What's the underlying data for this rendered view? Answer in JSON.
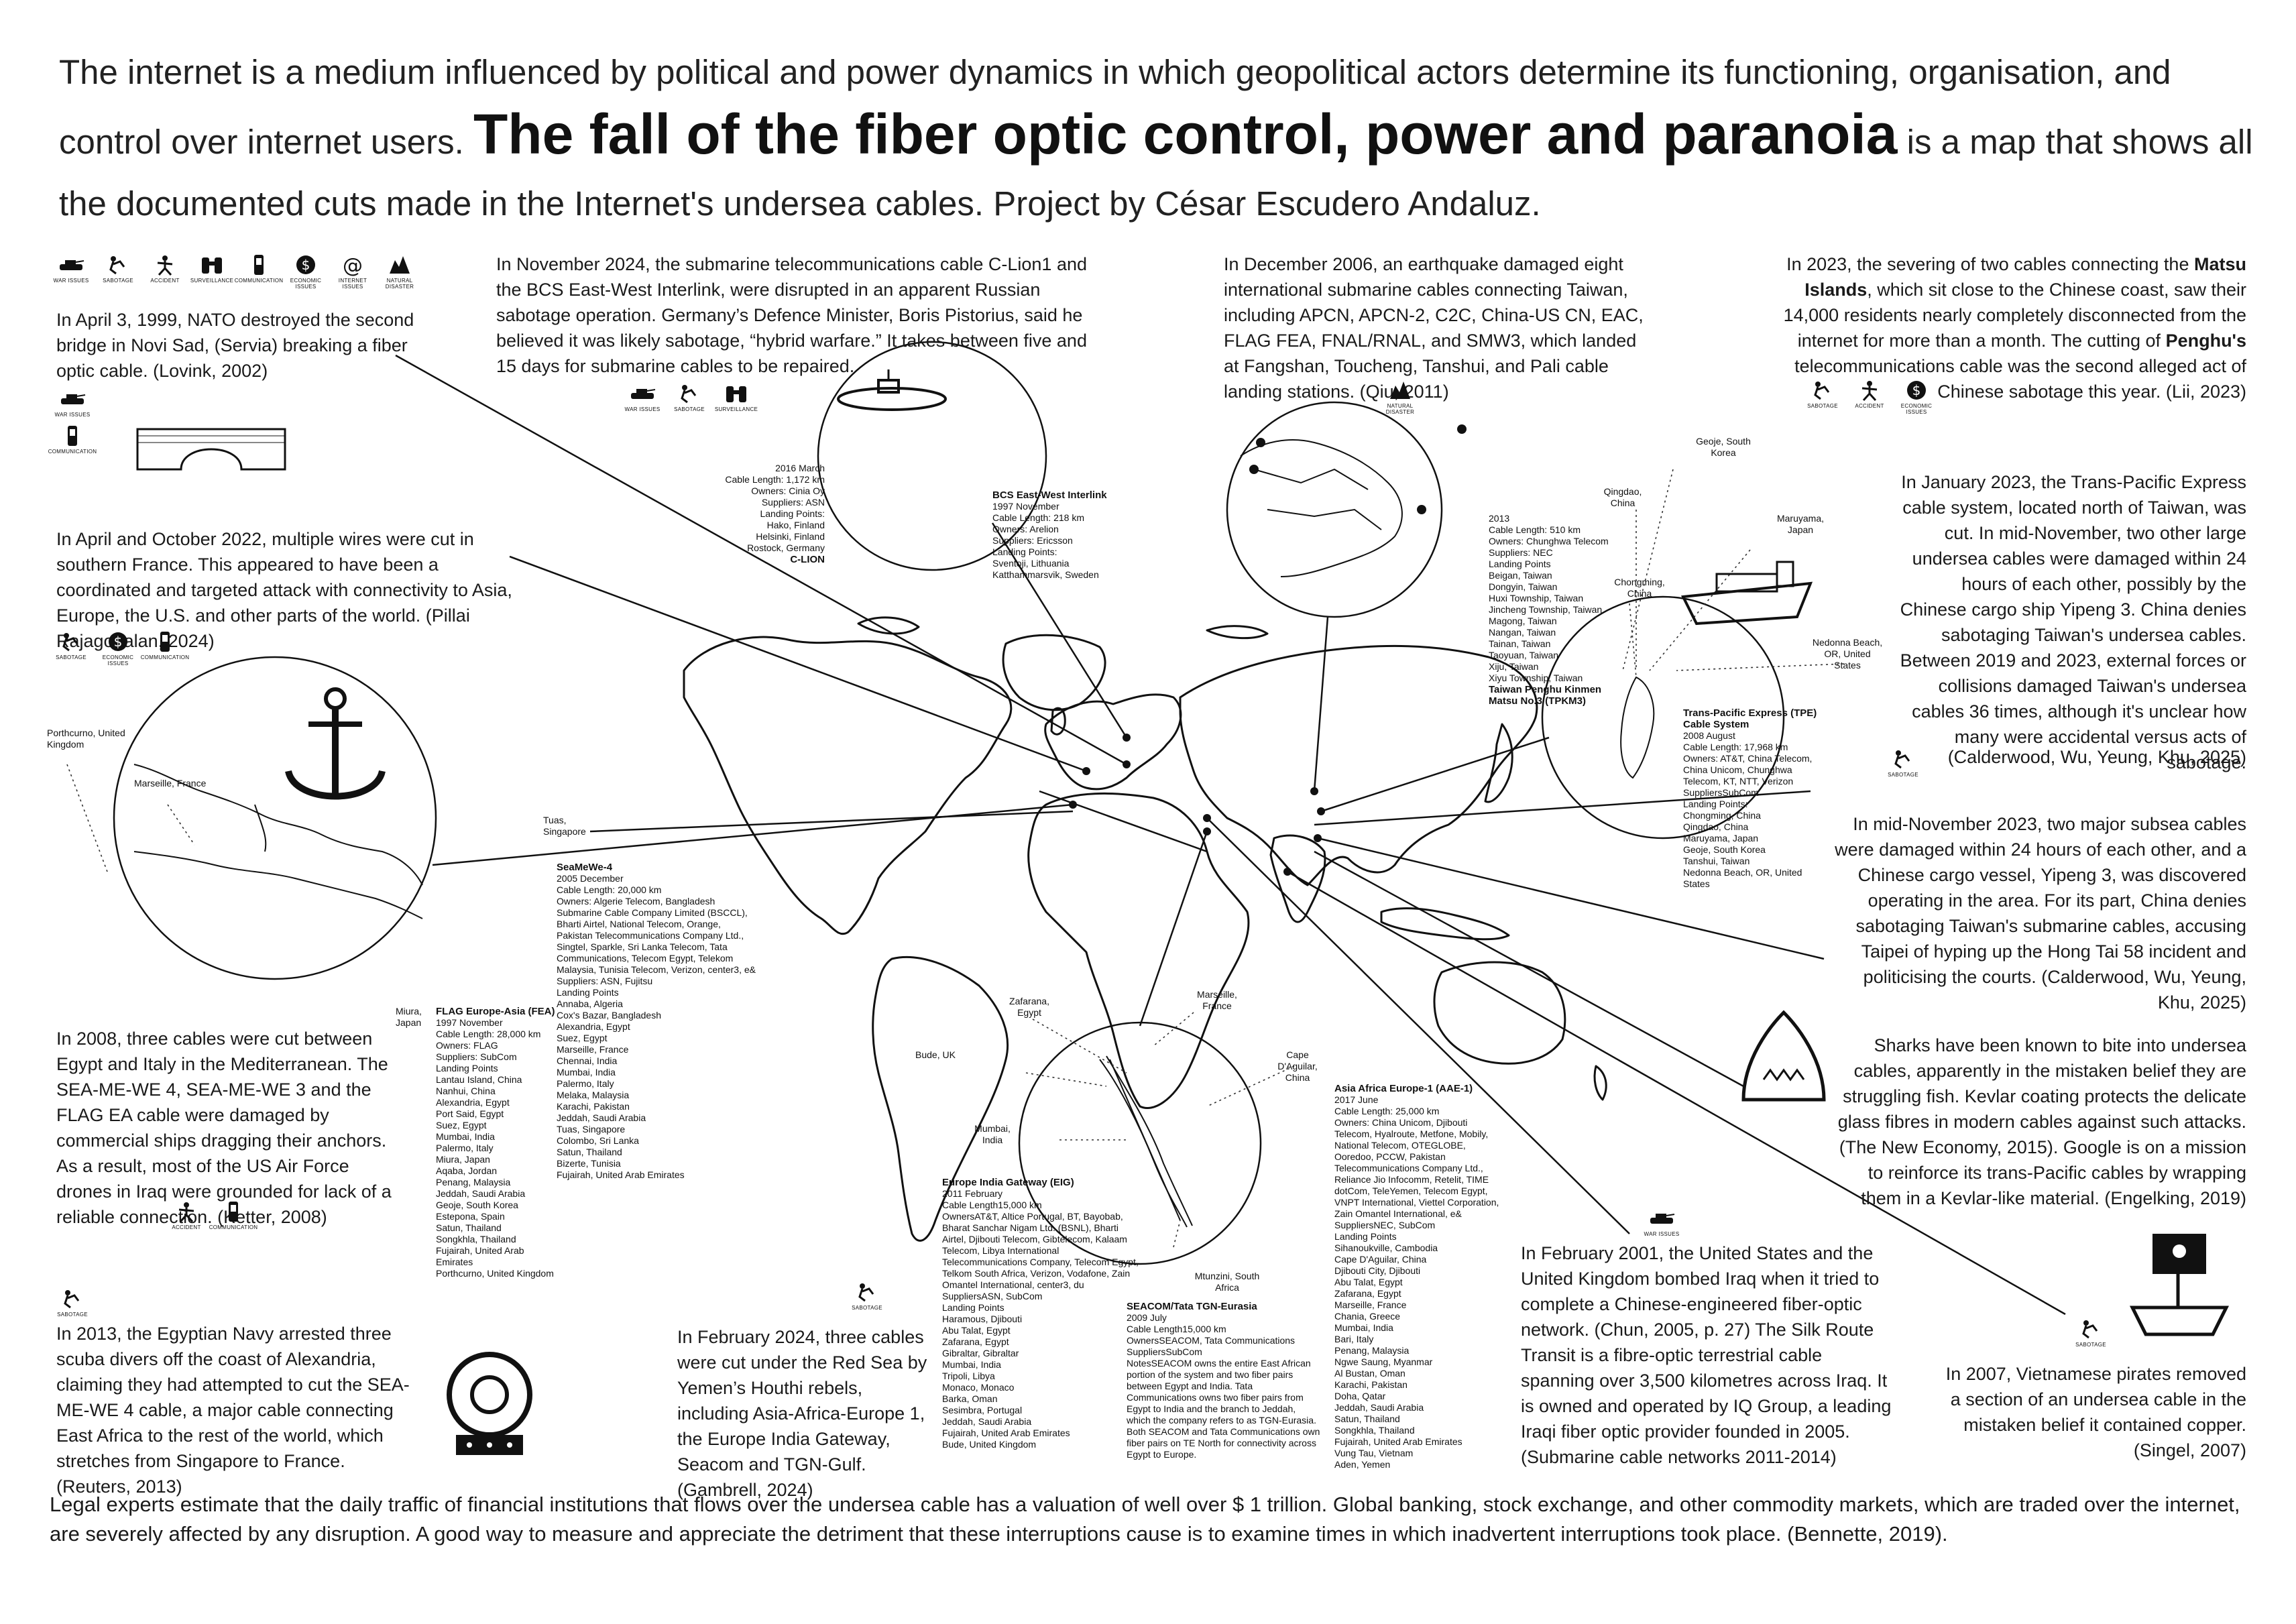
{
  "header": {
    "intro": "The internet is a medium influenced by political and power dynamics in which geopolitical actors determine its functioning, organisation, and control over internet users.",
    "title": "The fall of the fiber optic control, power and paranoia",
    "rest": "is a map that shows all the documented cuts made in the Internet's undersea cables. Project by César Escudero Andaluz."
  },
  "legend": [
    {
      "icon": "tank-icon",
      "label": "WAR ISSUES"
    },
    {
      "icon": "sabotage-icon",
      "label": "SABOTAGE"
    },
    {
      "icon": "accident-icon",
      "label": "ACCIDENT"
    },
    {
      "icon": "binoculars-icon",
      "label": "SURVEILLANCE"
    },
    {
      "icon": "phone-icon",
      "label": "COMMUNICATION"
    },
    {
      "icon": "dollar-icon",
      "label": "ECONOMIC ISSUES"
    },
    {
      "icon": "at-icon",
      "label": "INTERNET ISSUES"
    },
    {
      "icon": "disaster-icon",
      "label": "NATURAL DISASTER"
    }
  ],
  "stories": {
    "novi_sad": "In April 3, 1999, NATO destroyed the second bridge in Novi Sad, (Servia) breaking a fiber optic cable. (Lovink, 2002)",
    "france": "In April and October 2022, multiple wires were cut in southern France. This appeared to have been a coordinated and targeted attack with connectivity to Asia, Europe, the U.S. and other parts of the world. (Pillai Rajagopalan, 2024)",
    "egypt_italy": "In 2008, three cables were cut between Egypt and Italy in the Mediterranean. The SEA-ME-WE 4, SEA-ME-WE 3 and the FLAG EA cable were damaged by commercial ships dragging their anchors. As a result, most of the US Air Force drones in Iraq were grounded for lack of a reliable connection. (Ketter, 2008)",
    "alexandria": "In 2013, the Egyptian Navy arrested three scuba divers off the coast of Alexandria, claiming they had attempted to cut the SEA-ME-WE 4 cable, a major cable connecting East Africa to the rest of the world, which stretches from Singapore to France. (Reuters, 2013)",
    "baltic": "In November 2024, the submarine telecommunications cable C-Lion1 and the BCS East-West Interlink, were disrupted in an apparent Russian sabotage operation. Germany’s Defence Minister, Boris Pistorius, said he believed it was likely sabotage, “hybrid warfare.” It takes between five and 15 days for submarine cables to be repaired.",
    "taiwan_quake": "In December 2006, an earthquake damaged eight international submarine cables connecting Taiwan, including APCN, APCN-2, C2C, China-US CN, EAC, FLAG FEA, FNAL/RNAL, and SMW3, which landed at Fangshan, Toucheng, Tanshui, and Pali cable landing stations. (Qiu, 2011)",
    "matsu_pre": "In 2023, the severing of two cables connecting the",
    "matsu_b1": "Matsu Islands",
    "matsu_mid": ", which sit close to the Chinese coast, saw their 14,000 residents nearly completely disconnected from the internet for more than a month. The cutting of",
    "matsu_b2": "Penghu's",
    "matsu_post": "telecommunications cable was the second alleged act of Chinese sabotage this year. (Lii, 2023)",
    "tpe": "In January 2023, the Trans-Pacific Express cable system, located north of Taiwan, was cut. In mid-November, two other large undersea cables were damaged within 24 hours of each other, possibly by the Chinese cargo ship Yipeng 3. China denies sabotaging Taiwan's undersea cables. Between 2019 and 2023, external forces or collisions damaged Taiwan's undersea cables 36 times, although it's unclear how many were accidental versus acts of sabotage.",
    "tpe_cite": "(Calderwood, Wu, Yeung, Khu, 2025)",
    "yipeng": "In mid-November 2023, two major subsea cables were damaged within 24 hours of each other, and a Chinese cargo vessel, Yipeng 3, was discovered operating in the area. For its part, China denies sabotaging Taiwan's submarine cables, accusing Taipei of hyping up the Hong Tai 58 incident and politicising the courts. (Calderwood, Wu, Yeung, Khu, 2025)",
    "sharks": "Sharks have been known to bite into undersea cables, apparently in the mistaken belief they are struggling fish. Kevlar coating protects the delicate glass fibres in modern cables against such attacks. (The New Economy, 2015). Google is on a mission to reinforce its trans-Pacific cables by wrapping them in a Kevlar-like material. (Engelking, 2019)",
    "iraq": "In February 2001, the United States and the United Kingdom bombed Iraq when it tried to complete a Chinese-engineered fiber-optic network. (Chun, 2005, p. 27) The Silk Route Transit is a fibre-optic terrestrial cable spanning over 3,500 kilometres across Iraq. It is owned and operated by IQ Group, a leading Iraqi fiber optic provider founded in 2005. (Submarine cable networks 2011-2014)",
    "red_sea": "In February 2024, three cables were cut under the Red Sea by Yemen’s Houthi rebels, including Asia-Africa-Europe 1, the Europe India Gateway, Seacom and TGN-Gulf. (Gambrell, 2024)",
    "pirates": "In 2007, Vietnamese pirates removed a section of an undersea cable in the mistaken belief it contained copper. (Singel, 2007)"
  },
  "footer": "Legal experts estimate that the daily traffic of financial institutions that flows over the undersea cable has a valuation of well over $ 1 trillion. Global banking, stock exchange, and other commodity markets, which are traded over the internet, are severely affected by any disruption. A good way to measure and appreciate the detriment that these interruptions cause is to examine times in which inadvertent interruptions took place. (Bennette, 2019).",
  "cables": {
    "clion": "2016 March\nCable Length: 1,172 km\nOwners: Cinia Oy\nSuppliers: ASN\nLanding Points:\nHako, Finland\nHelsinki, Finland\nRostock, Germany",
    "clion_name": "C-LION",
    "bcs_name": "BCS East-West Interlink",
    "bcs": "1997 November\nCable Length: 218 km\nOwners: Arelion\nSuppliers: Ericsson\nLanding Points:\nSventoji, Lithuania\nKatthammarsvik, Sweden",
    "tpkm": "2013\nCable Length: 510 km\nOwners: Chunghwa Telecom\nSuppliers: NEC\nLanding Points\nBeigan, Taiwan\nDongyin, Taiwan\nHuxi Township, Taiwan\nJincheng Township, Taiwan\nMagong, Taiwan\nNangan, Taiwan\nTainan, Taiwan\nTaoyuan, Taiwan\nXiju, Taiwan\nXiyu Township, Taiwan",
    "tpkm_name": "Taiwan Penghu Kinmen Matsu No.3 (TPKM3)",
    "tpe_name": "Trans-Pacific Express (TPE) Cable System",
    "tpe": "2008 August\nCable Length: 17,968 km\nOwners: AT&T, China Telecom, China Unicom, Chunghwa Telecom, KT, NTT, Verizon\nSuppliersSubCom\nLanding Points:\nChongming, China\nQingdao, China\nMaruyama, Japan\nGeoje, South Korea\nTanshui, Taiwan\nNedonna Beach, OR, United States",
    "seamewe_name": "SeaMeWe-4",
    "seamewe": "2005 December\nCable Length: 20,000 km\nOwners: Algerie Telecom, Bangladesh Submarine Cable Company Limited (BSCCL), Bharti Airtel, National Telecom, Orange, Pakistan Telecommunications Company Ltd., Singtel, Sparkle, Sri Lanka Telecom, Tata Communications, Telecom Egypt, Telekom Malaysia, Tunisia Telecom, Verizon, center3, e&\nSuppliers: ASN, Fujitsu\nLanding Points\nAnnaba, Algeria\nCox's Bazar, Bangladesh\nAlexandria, Egypt\nSuez, Egypt\nMarseille, France\nChennai, India\nMumbai, India\nPalermo, Italy\nMelaka, Malaysia\nKarachi, Pakistan\nJeddah, Saudi Arabia\nTuas, Singapore\nColombo, Sri Lanka\nSatun, Thailand\nBizerte, Tunisia\nFujairah, United Arab Emirates",
    "flag_name": "FLAG Europe-Asia (FEA)",
    "flag": "1997 November\nCable Length: 28,000 km\nOwners: FLAG\nSuppliers: SubCom\nLanding Points\nLantau Island, China\nNanhui, China\nAlexandria, Egypt\nPort Said, Egypt\nSuez, Egypt\nMumbai, India\nPalermo, Italy\nMiura, Japan\nAqaba, Jordan\nPenang, Malaysia\nJeddah, Saudi Arabia\nGeoje, South Korea\nEstepona, Spain\nSatun, Thailand\nSongkhla, Thailand\nFujairah, United Arab Emirates\nPorthcurno, United Kingdom",
    "eig_name": "Europe India Gateway (EIG)",
    "eig": "2011 February\nCable Length15,000 km\nOwnersAT&T, Altice Portugal, BT, Bayobab, Bharat Sanchar Nigam Ltd. (BSNL), Bharti Airtel, Djibouti Telecom, Gibtelecom, Kalaam Telecom, Libya International Telecommunications Company, Telecom Egypt, Telkom South Africa, Verizon, Vodafone, Zain Omantel International, center3, du\nSuppliersASN, SubCom\nLanding Points\nHaramous, Djibouti\nAbu Talat, Egypt\nZafarana, Egypt\nGibraltar, Gibraltar\nMumbai, India\nTripoli, Libya\nMonaco, Monaco\nBarka, Oman\nSesimbra, Portugal\nJeddah, Saudi Arabia\nFujairah, United Arab Emirates\nBude, United Kingdom",
    "seacom_name": "SEACOM/Tata TGN-Eurasia",
    "seacom": "2009 July\nCable Length15,000 km\nOwnersSEACOM, Tata Communications\nSuppliersSubCom\nNotesSEACOM owns the entire East African portion of the system and two fiber pairs between Egypt and India. Tata Communications owns two fiber pairs from Egypt to India and the branch to Jeddah, which the company refers to as TGN-Eurasia. Both SEACOM and Tata Communications own fiber pairs on TE North for connectivity across Egypt to Europe.",
    "aae_name": "Asia Africa Europe-1 (AAE-1)",
    "aae": "2017 June\nCable Length: 25,000 km\nOwners: China Unicom, Djibouti Telecom, Hyalroute, Metfone, Mobily, National Telecom, OTEGLOBE, Ooredoo, PCCW, Pakistan Telecommunications Company Ltd., Reliance Jio Infocomm, Retelit, TIME dotCom, TeleYemen, Telecom Egypt, VNPT International, Viettel Corporation, Zain Omantel International, e&\nSuppliersNEC, SubCom\nLanding Points\nSihanoukville, Cambodia\nCape D'Aguilar, China\nDjibouti City, Djibouti\nAbu Talat, Egypt\nZafarana, Egypt\nMarseille, France\nChania, Greece\nMumbai, India\nBari, Italy\nPenang, Malaysia\nNgwe Saung, Myanmar\nAl Bustan, Oman\nKarachi, Pakistan\nDoha, Qatar\nJeddah, Saudi Arabia\nSatun, Thailand\nSongkhla, Thailand\nFujairah, United Arab Emirates\nVung Tau, Vietnam\nAden, Yemen"
  },
  "places": {
    "porthcurno": "Porthcurno, United Kingdom",
    "marseille": "Marseille, France",
    "tuas": "Tuas, Singapore",
    "miura": "Miura, Japan",
    "zafarana": "Zafarana, Egypt",
    "marseille2": "Marseille, France",
    "bude": "Bude, UK",
    "mumbai": "Mumbai, India",
    "cape": "Cape D'Aguilar, China",
    "mtunzini": "Mtunzini, South Africa",
    "geoje": "Geoje, South Korea",
    "qingdao": "Qingdao, China",
    "maruyama": "Maruyama, Japan",
    "chongming": "Chongming, China",
    "nedonna": "Nedonna Beach, OR, United States"
  },
  "icon_labels": {
    "war": "WAR ISSUES",
    "sabotage": "SABOTAGE",
    "accident": "ACCIDENT",
    "surveillance": "SURVEILLANCE",
    "communication": "COMMUNICATION",
    "economic": "ECONOMIC ISSUES",
    "disaster": "NATURAL DISASTER"
  }
}
